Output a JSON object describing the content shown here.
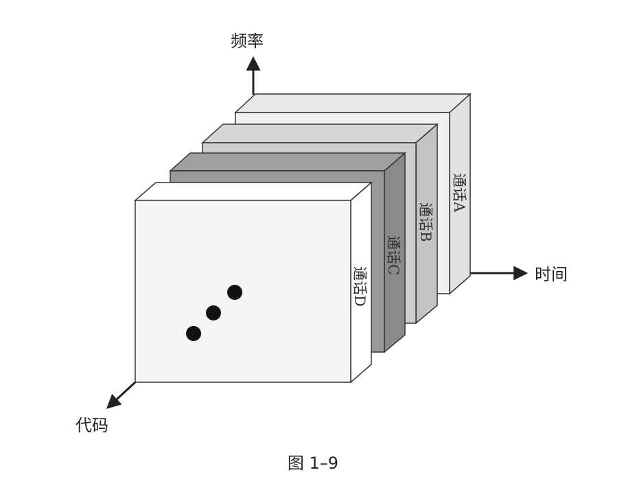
{
  "axes": {
    "frequency_label": "频率",
    "time_label": "时间",
    "code_label": "代码"
  },
  "layers": [
    {
      "label": "通话A",
      "front_color": "#f0f0f0",
      "side_color": "#e2e2e2",
      "top_color": "#e9e9e9"
    },
    {
      "label": "通话B",
      "front_color": "#cfcfcf",
      "side_color": "#c3c3c3",
      "top_color": "#d6d6d6"
    },
    {
      "label": "通话C",
      "front_color": "#999999",
      "side_color": "#8a8a8a",
      "top_color": "#a0a0a0"
    },
    {
      "label": "通话D",
      "front_color": "#f4f4f4",
      "side_color": "#ffffff",
      "top_color": "#ffffff"
    }
  ],
  "caption": "图 1–9"
}
